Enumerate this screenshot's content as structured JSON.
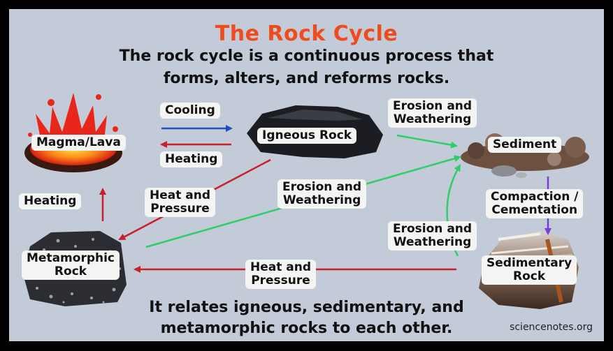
{
  "title": "The Rock Cycle",
  "subtitle_line1": "The rock cycle is a continuous process that",
  "subtitle_line2": "forms, alters, and reforms rocks.",
  "footer_line1": "It relates igneous, sedimentary, and",
  "footer_line2": "metamorphic rocks to each other.",
  "credit": "sciencenotes.org",
  "nodes": {
    "magma": "Magma/Lava",
    "igneous": "Igneous Rock",
    "sediment": "Sediment",
    "metamorphic": [
      "Metamorphic",
      "Rock"
    ],
    "sedimentary": [
      "Sedimentary",
      "Rock"
    ]
  },
  "processes": {
    "cooling": "Cooling",
    "heating_top": "Heating",
    "heating_left": "Heating",
    "heat_pressure_diag": [
      "Heat and",
      "Pressure"
    ],
    "heat_pressure_bottom": [
      "Heat and",
      "Pressure"
    ],
    "erosion_top": [
      "Erosion and",
      "Weathering"
    ],
    "erosion_middle": [
      "Erosion and",
      "Weathering"
    ],
    "erosion_right": [
      "Erosion and",
      "Weathering"
    ],
    "compaction": [
      "Compaction /",
      "Cementation"
    ]
  },
  "colors": {
    "background": "#c3cad8",
    "title": "#ef4b1c",
    "arrow_red": "#c8202a",
    "arrow_blue": "#1f4fbf",
    "arrow_green": "#2ccf6a",
    "arrow_purple": "#7a3bd6"
  }
}
